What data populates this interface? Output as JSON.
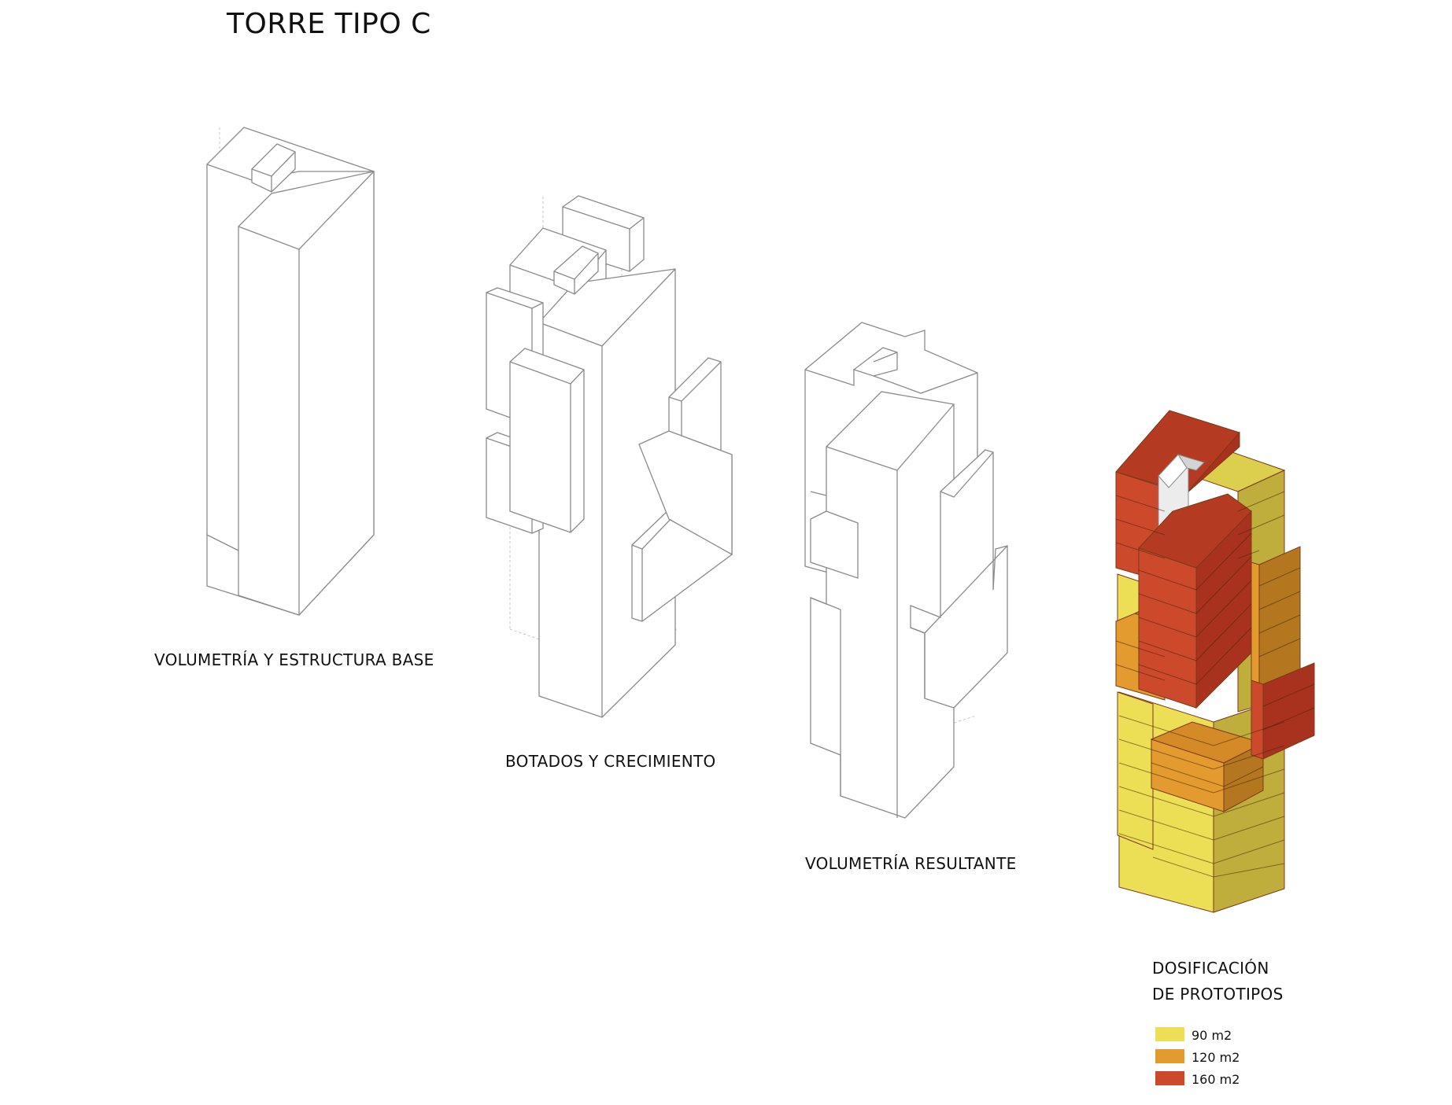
{
  "title": "TORRE TIPO C",
  "steps": [
    {
      "caption": "VOLUMETRÍA Y ESTRUCTURA BASE"
    },
    {
      "caption": "BOTADOS Y CRECIMIENTO"
    },
    {
      "caption": "VOLUMETRÍA RESULTANTE"
    }
  ],
  "dosificacion": {
    "heading_line1": "DOSIFICACIÓN",
    "heading_line2": "DE PROTOTIPOS",
    "legend": [
      {
        "label": "90 m2",
        "color": "#ecde55"
      },
      {
        "label": "120 m2",
        "color": "#e39a2e"
      },
      {
        "label": "160 m2",
        "color": "#cc4a2b"
      }
    ]
  }
}
